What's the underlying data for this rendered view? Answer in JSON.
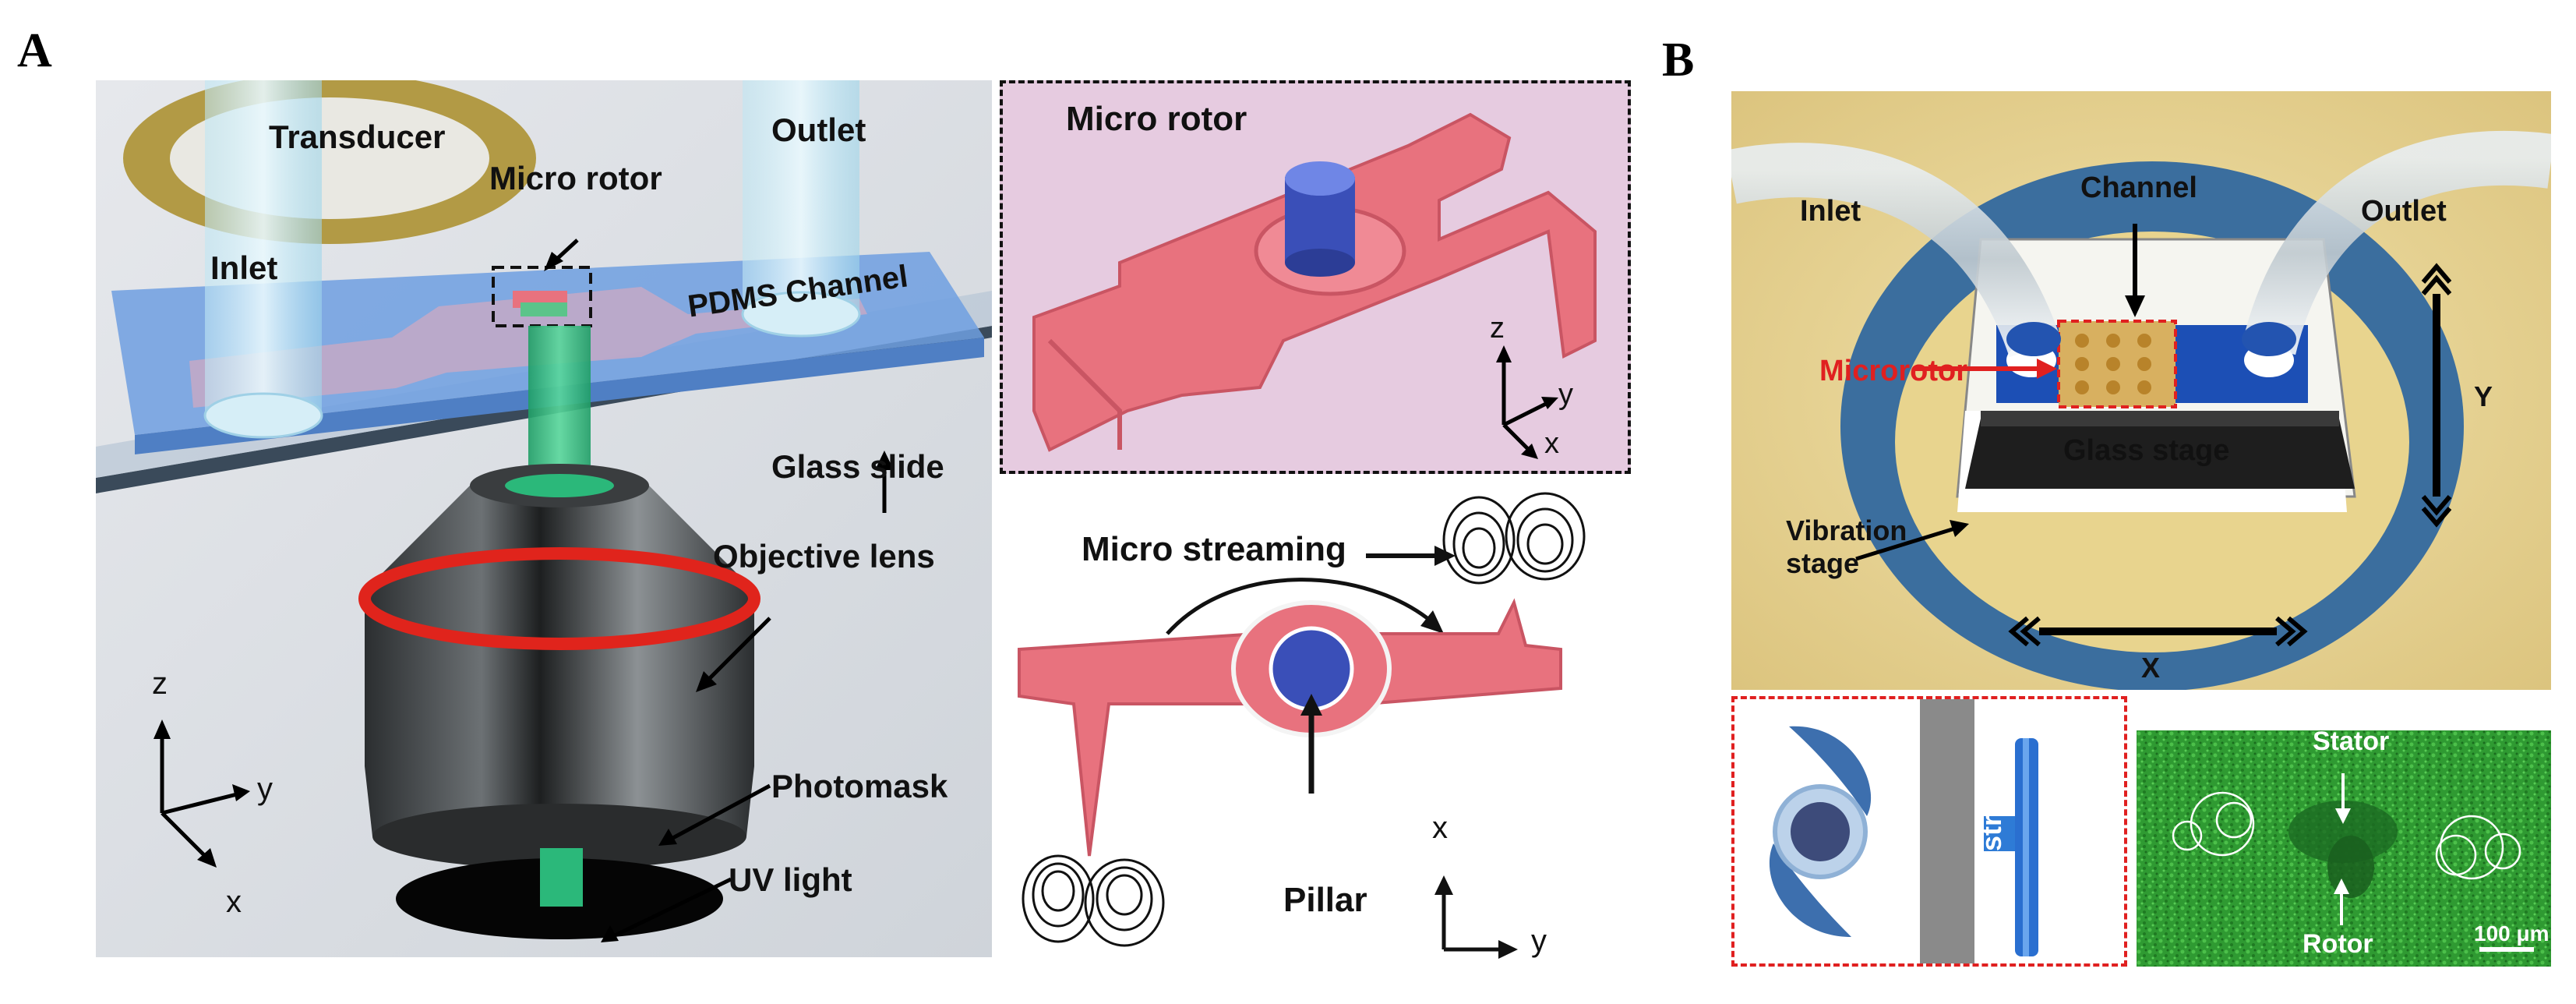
{
  "panel_a": {
    "letter": "A",
    "main_scene": {
      "transducer": "Transducer",
      "outlet": "Outlet",
      "micro_rotor": "Micro rotor",
      "inlet": "Inlet",
      "pdms_channel": "PDMS Channel",
      "glass_slide": "Glass slide",
      "objective_lens": "Objective lens",
      "photomask": "Photomask",
      "uv_light": "UV light",
      "axis_z": "z",
      "axis_y": "y",
      "axis_x": "x"
    },
    "rotor_inset": {
      "title": "Micro rotor",
      "axis_z": "z",
      "axis_y": "y",
      "axis_x": "x"
    },
    "streaming_diagram": {
      "micro_streaming": "Micro streaming",
      "pillar": "Pillar",
      "axis_x": "x",
      "axis_y": "y"
    }
  },
  "panel_b": {
    "letter": "B",
    "stage_scene": {
      "inlet": "Inlet",
      "channel": "Channel",
      "outlet": "Outlet",
      "microrotor": "Microrotor",
      "glass_stage": "Glass stage",
      "vibration_stage": "Vibration\nstage",
      "axis_y": "Y",
      "axis_x": "X"
    },
    "rotor_device": {
      "substrate": "Substrate"
    },
    "micrograph": {
      "stator": "Stator",
      "rotor": "Rotor",
      "scale_bar": "100 μm"
    }
  },
  "colors": {
    "rotor_pink": "#e8727e",
    "pillar_blue": "#3a4fb8",
    "pdms_blue": "#6f9fe0",
    "uv_green": "#2bb87a",
    "lens_red": "#e0241c",
    "microrotor_label_red": "#e02020",
    "micrograph_green": "#2f9a32",
    "stage_blue": "#3b6e9e",
    "background_gold": "#e8d48e"
  }
}
